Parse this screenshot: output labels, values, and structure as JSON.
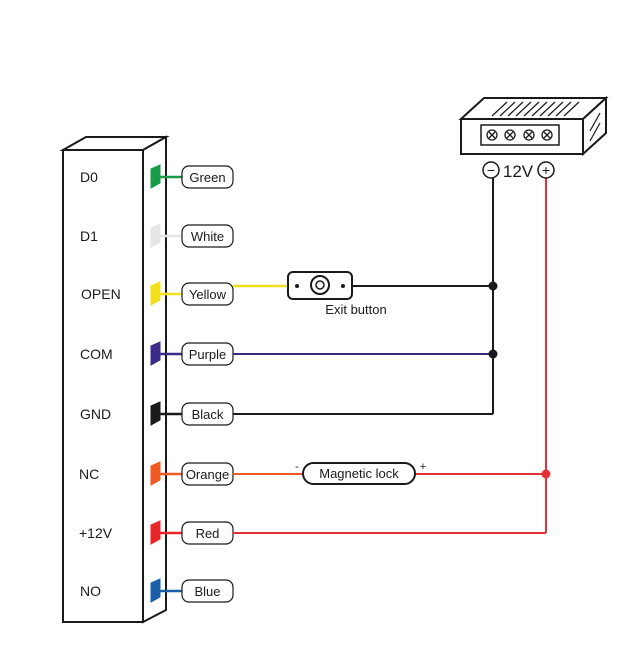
{
  "terminals": [
    {
      "label": "D0",
      "wire": "Green",
      "color": "#1a9b48"
    },
    {
      "label": "D1",
      "wire": "White",
      "color": "#e6e6e6"
    },
    {
      "label": "OPEN",
      "wire": "Yellow",
      "color": "#f2e01a"
    },
    {
      "label": "COM",
      "wire": "Purple",
      "color": "#3b2a86"
    },
    {
      "label": "GND",
      "wire": "Black",
      "color": "#1a1a1a"
    },
    {
      "label": "NC",
      "wire": "Orange",
      "color": "#ef5a24"
    },
    {
      "label": "+12V",
      "wire": "Red",
      "color": "#e8262a"
    },
    {
      "label": "NO",
      "wire": "Blue",
      "color": "#1a5fa8"
    }
  ],
  "exit_button": {
    "label": "Exit button"
  },
  "magnetic_lock": {
    "label": "Magnetic lock",
    "minus": "-",
    "plus": "+"
  },
  "power_supply": {
    "voltage": "12V",
    "minus": "−",
    "plus": "+"
  },
  "colors": {
    "line_black": "#1a1a1a",
    "line_red": "#e23238",
    "line_orange": "#ef5a24",
    "line_purple": "#3b2a86",
    "line_yellow": "#f2e01a"
  }
}
